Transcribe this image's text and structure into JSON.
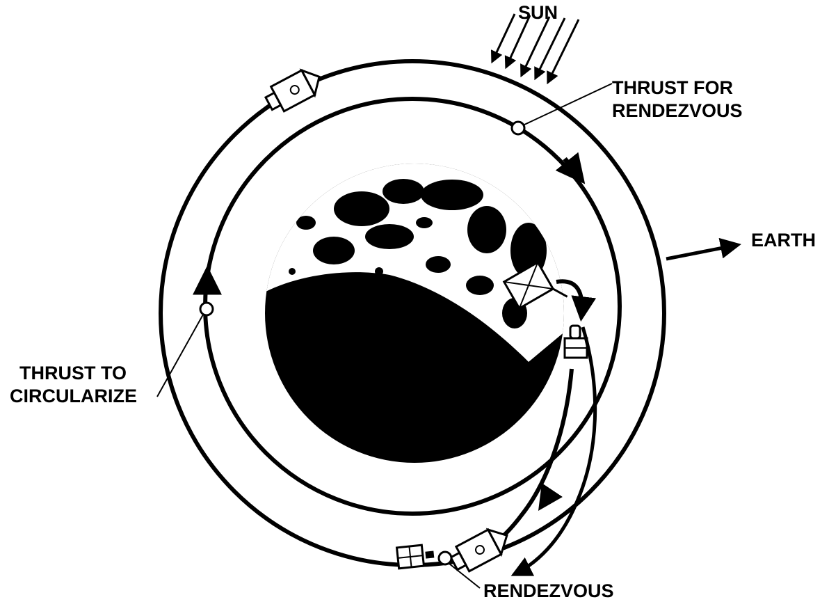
{
  "labels": {
    "sun": "SUN",
    "thrust_for_rendezvous_line1": "THRUST FOR",
    "thrust_for_rendezvous_line2": "RENDEZVOUS",
    "earth": "EARTH",
    "thrust_to_circularize_line1": "THRUST TO",
    "thrust_to_circularize_line2": "CIRCULARIZE",
    "rendezvous": "RENDEZVOUS"
  },
  "colors": {
    "ink": "#000000",
    "paper": "#ffffff",
    "moon_dark": "#000000",
    "moon_light": "#ffffff"
  },
  "icons": {
    "moon": "moon-icon",
    "command_module": "command-module-icon",
    "lunar_module": "lunar-module-icon",
    "thrust_point": "thrust-point-icon",
    "sun_rays": "sun-rays-icon"
  }
}
